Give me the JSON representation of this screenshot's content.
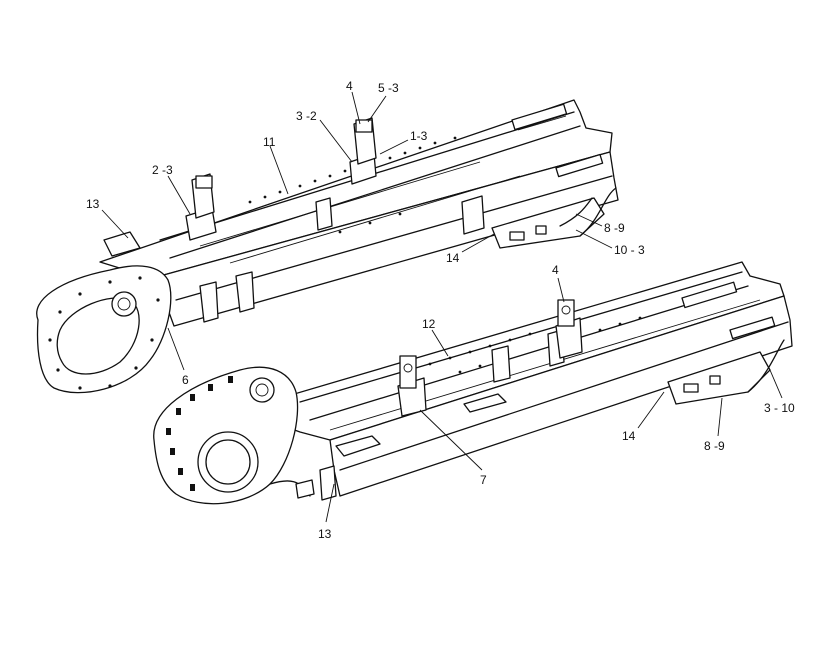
{
  "callouts": [
    {
      "id": "c1",
      "text": "4"
    },
    {
      "id": "c2",
      "text": "5 -3"
    },
    {
      "id": "c3",
      "text": "3 -2"
    },
    {
      "id": "c4",
      "text": "1-3"
    },
    {
      "id": "c5",
      "text": "11"
    },
    {
      "id": "c6",
      "text": "2 -3"
    },
    {
      "id": "c7",
      "text": "13"
    },
    {
      "id": "c8",
      "text": "8 -9"
    },
    {
      "id": "c9",
      "text": "10 - 3"
    },
    {
      "id": "c10",
      "text": "14"
    },
    {
      "id": "c11",
      "text": "6"
    },
    {
      "id": "c12",
      "text": "4"
    },
    {
      "id": "c13",
      "text": "12"
    },
    {
      "id": "c14",
      "text": "3 - 10"
    },
    {
      "id": "c15",
      "text": "14"
    },
    {
      "id": "c16",
      "text": "8 -9"
    },
    {
      "id": "c17",
      "text": "7"
    },
    {
      "id": "c18",
      "text": "13"
    }
  ]
}
